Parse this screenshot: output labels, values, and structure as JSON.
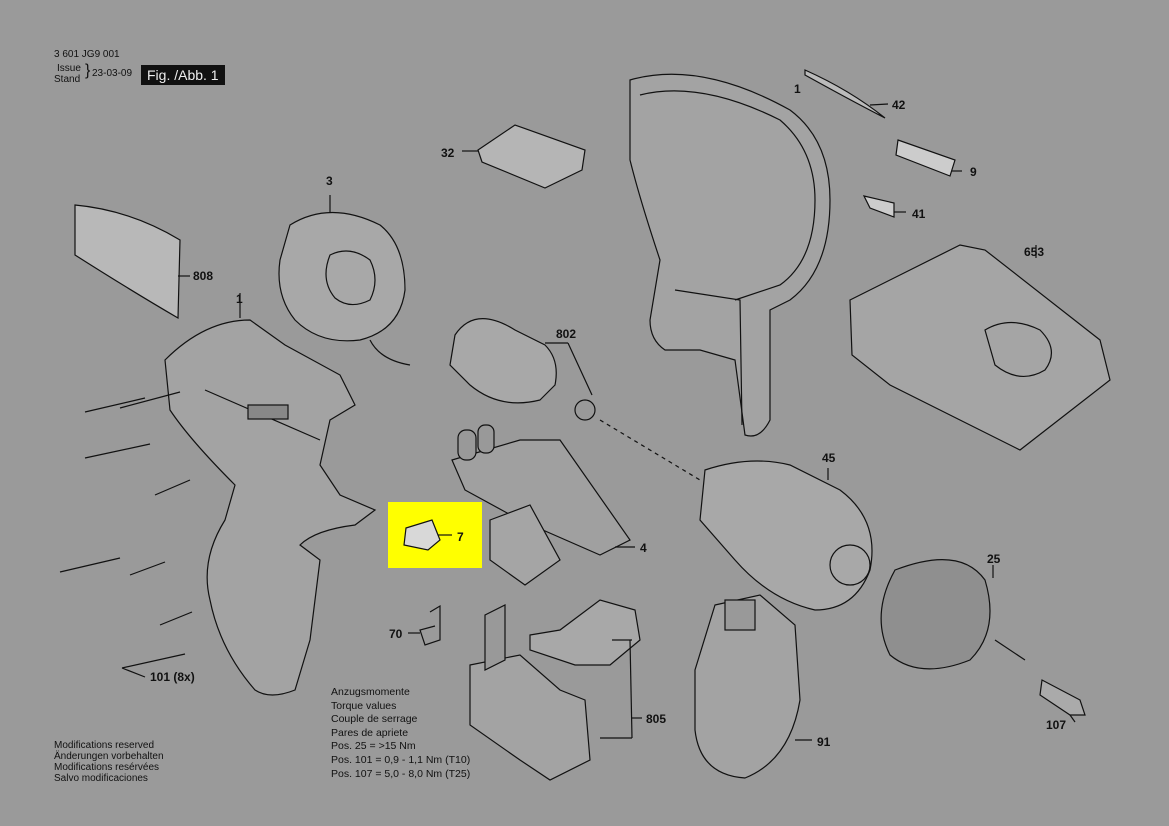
{
  "header": {
    "part_number": "3 601 JG9 001",
    "issue_label": "Issue",
    "stand_label": "Stand",
    "date": "23-03-09",
    "fig_label": "Fig. /Abb. 1"
  },
  "callouts": {
    "c1_top": "1",
    "c42": "42",
    "c32": "32",
    "c9": "9",
    "c3": "3",
    "c41": "41",
    "c653": "653",
    "c808": "808",
    "c1_left": "1",
    "c802": "802",
    "c45": "45",
    "c7": "7",
    "c4": "4",
    "c25": "25",
    "c70": "70",
    "c101": "101 (8x)",
    "c805": "805",
    "c91": "91",
    "c107": "107"
  },
  "torque": {
    "lines": [
      "Anzugsmomente",
      "Torque values",
      "Couple de serrage",
      "Pares de apriete"
    ],
    "pos25": "Pos. 25  = >15 Nm",
    "pos101": "Pos. 101 = 0,9 - 1,1 Nm (T10)",
    "pos107": "Pos. 107 = 5,0 - 8,0 Nm (T25)"
  },
  "notes": [
    "Modifications reserved",
    "Änderungen vorbehalten",
    "Modifications resérvées",
    "Salvo modificaciones"
  ],
  "highlight_color": "#ffff00"
}
